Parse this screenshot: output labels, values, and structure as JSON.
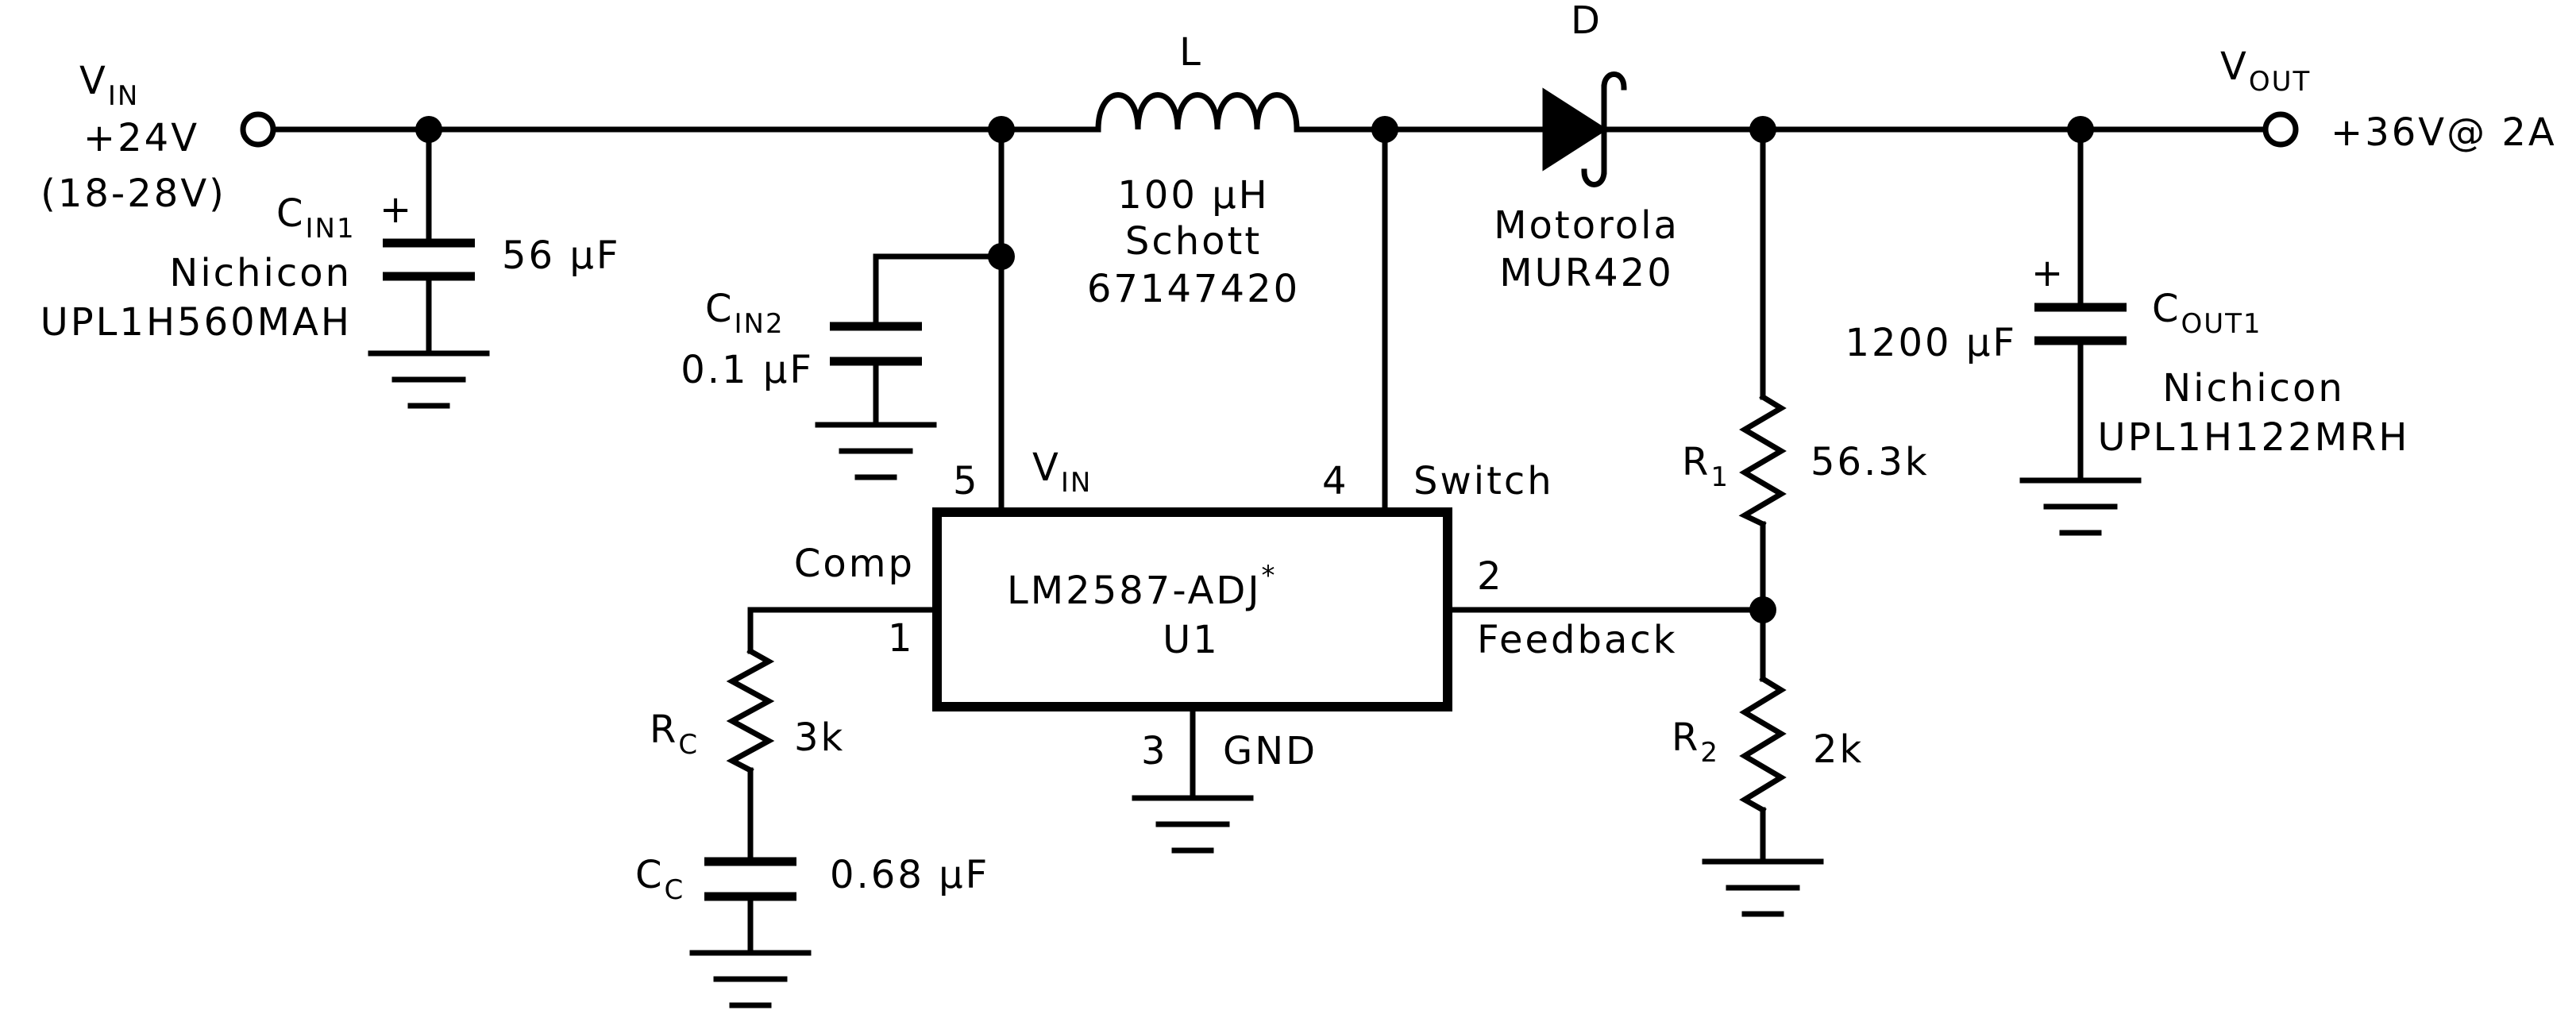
{
  "vin": {
    "main": "V",
    "sub": "IN",
    "value": "+24V",
    "range": "(18-28V)"
  },
  "vout": {
    "main": "V",
    "sub": "OUT",
    "value": "+36V@ 2A"
  },
  "inductor": {
    "ref": "L",
    "value": "100 µH",
    "maker": "Schott",
    "part": "67147420"
  },
  "diode": {
    "ref": "D",
    "maker": "Motorola",
    "part": "MUR420"
  },
  "cin1": {
    "ref_main": "C",
    "ref_sub": "IN1",
    "polarity": "+",
    "value": "56 µF",
    "maker": "Nichicon",
    "part": "UPL1H560MAH"
  },
  "cin2": {
    "ref_main": "C",
    "ref_sub": "IN2",
    "value": "0.1 µF"
  },
  "cout1": {
    "ref_main": "C",
    "ref_sub": "OUT1",
    "polarity": "+",
    "value": "1200 µF",
    "maker": "Nichicon",
    "part": "UPL1H122MRH"
  },
  "r1": {
    "ref_main": "R",
    "ref_sub": "1",
    "value": "56.3k"
  },
  "r2": {
    "ref_main": "R",
    "ref_sub": "2",
    "value": "2k"
  },
  "rc": {
    "ref_main": "R",
    "ref_sub": "C",
    "value": "3k"
  },
  "cc": {
    "ref_main": "C",
    "ref_sub": "C",
    "value": "0.68 µF"
  },
  "ic": {
    "name": "LM2587-ADJ",
    "asterisk": "*",
    "ref": "U1",
    "pin1_num": "1",
    "pin1_name": "Comp",
    "pin2_num": "2",
    "pin2_name": "Feedback",
    "pin3_num": "3",
    "pin3_name": "GND",
    "pin4_num": "4",
    "pin4_name": "Switch",
    "pin5_num": "5",
    "pin5_name_main": "V",
    "pin5_name_sub": "IN"
  }
}
